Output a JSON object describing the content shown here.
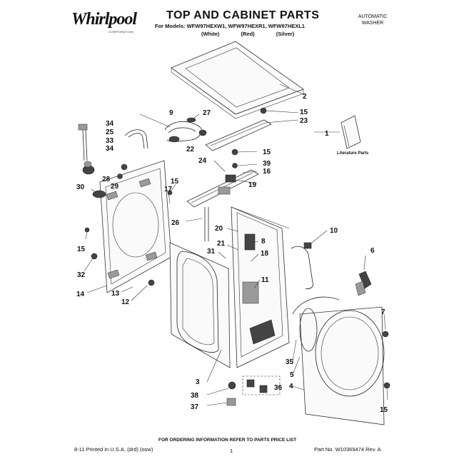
{
  "header": {
    "brand": "Whirlpool",
    "brand_sub": "CORPORATION",
    "title": "TOP AND CABINET PARTS",
    "models_line": "For Models: WFW97HEXW1, WFW97HEXR1, WFW97HEXL1",
    "variants": [
      "(White)",
      "(Red)",
      "(Silver)"
    ],
    "category_line1": "AUTOMATIC",
    "category_line2": "WASHER"
  },
  "literature_label": "Literature Parts",
  "footer": {
    "ordering_note": "FOR ORDERING INFORMATION REFER TO PARTS PRICE LIST",
    "printed": "8-11 Printed in U.S.A. (drd) (osw)",
    "page_number": "1",
    "part_number": "Part No. W10369474 Rev. A"
  },
  "callouts": [
    {
      "id": "c2",
      "text": "2"
    },
    {
      "id": "c15a",
      "text": "15"
    },
    {
      "id": "c23",
      "text": "23"
    },
    {
      "id": "c9",
      "text": "9"
    },
    {
      "id": "c27",
      "text": "27"
    },
    {
      "id": "c34a",
      "text": "34"
    },
    {
      "id": "c25",
      "text": "25"
    },
    {
      "id": "c33",
      "text": "33"
    },
    {
      "id": "c34b",
      "text": "34"
    },
    {
      "id": "c22",
      "text": "22"
    },
    {
      "id": "c1",
      "text": "1"
    },
    {
      "id": "c15b",
      "text": "15"
    },
    {
      "id": "c24",
      "text": "24"
    },
    {
      "id": "c39",
      "text": "39"
    },
    {
      "id": "c16",
      "text": "16"
    },
    {
      "id": "c28",
      "text": "28"
    },
    {
      "id": "c29",
      "text": "29"
    },
    {
      "id": "c30",
      "text": "30"
    },
    {
      "id": "c15c",
      "text": "15"
    },
    {
      "id": "c17",
      "text": "17"
    },
    {
      "id": "c19",
      "text": "19"
    },
    {
      "id": "c26",
      "text": "26"
    },
    {
      "id": "c20",
      "text": "20"
    },
    {
      "id": "c10",
      "text": "10"
    },
    {
      "id": "c8",
      "text": "8"
    },
    {
      "id": "c21",
      "text": "21"
    },
    {
      "id": "c15d",
      "text": "15"
    },
    {
      "id": "c31",
      "text": "31"
    },
    {
      "id": "c18",
      "text": "18"
    },
    {
      "id": "c6",
      "text": "6"
    },
    {
      "id": "c32",
      "text": "32"
    },
    {
      "id": "c11",
      "text": "11"
    },
    {
      "id": "c14",
      "text": "14"
    },
    {
      "id": "c13",
      "text": "13"
    },
    {
      "id": "c12",
      "text": "12"
    },
    {
      "id": "c7",
      "text": "7"
    },
    {
      "id": "c35",
      "text": "35"
    },
    {
      "id": "c5",
      "text": "5"
    },
    {
      "id": "c3",
      "text": "3"
    },
    {
      "id": "c36",
      "text": "36"
    },
    {
      "id": "c4",
      "text": "4"
    },
    {
      "id": "c38",
      "text": "38"
    },
    {
      "id": "c37",
      "text": "37"
    },
    {
      "id": "c15e",
      "text": "15"
    }
  ]
}
